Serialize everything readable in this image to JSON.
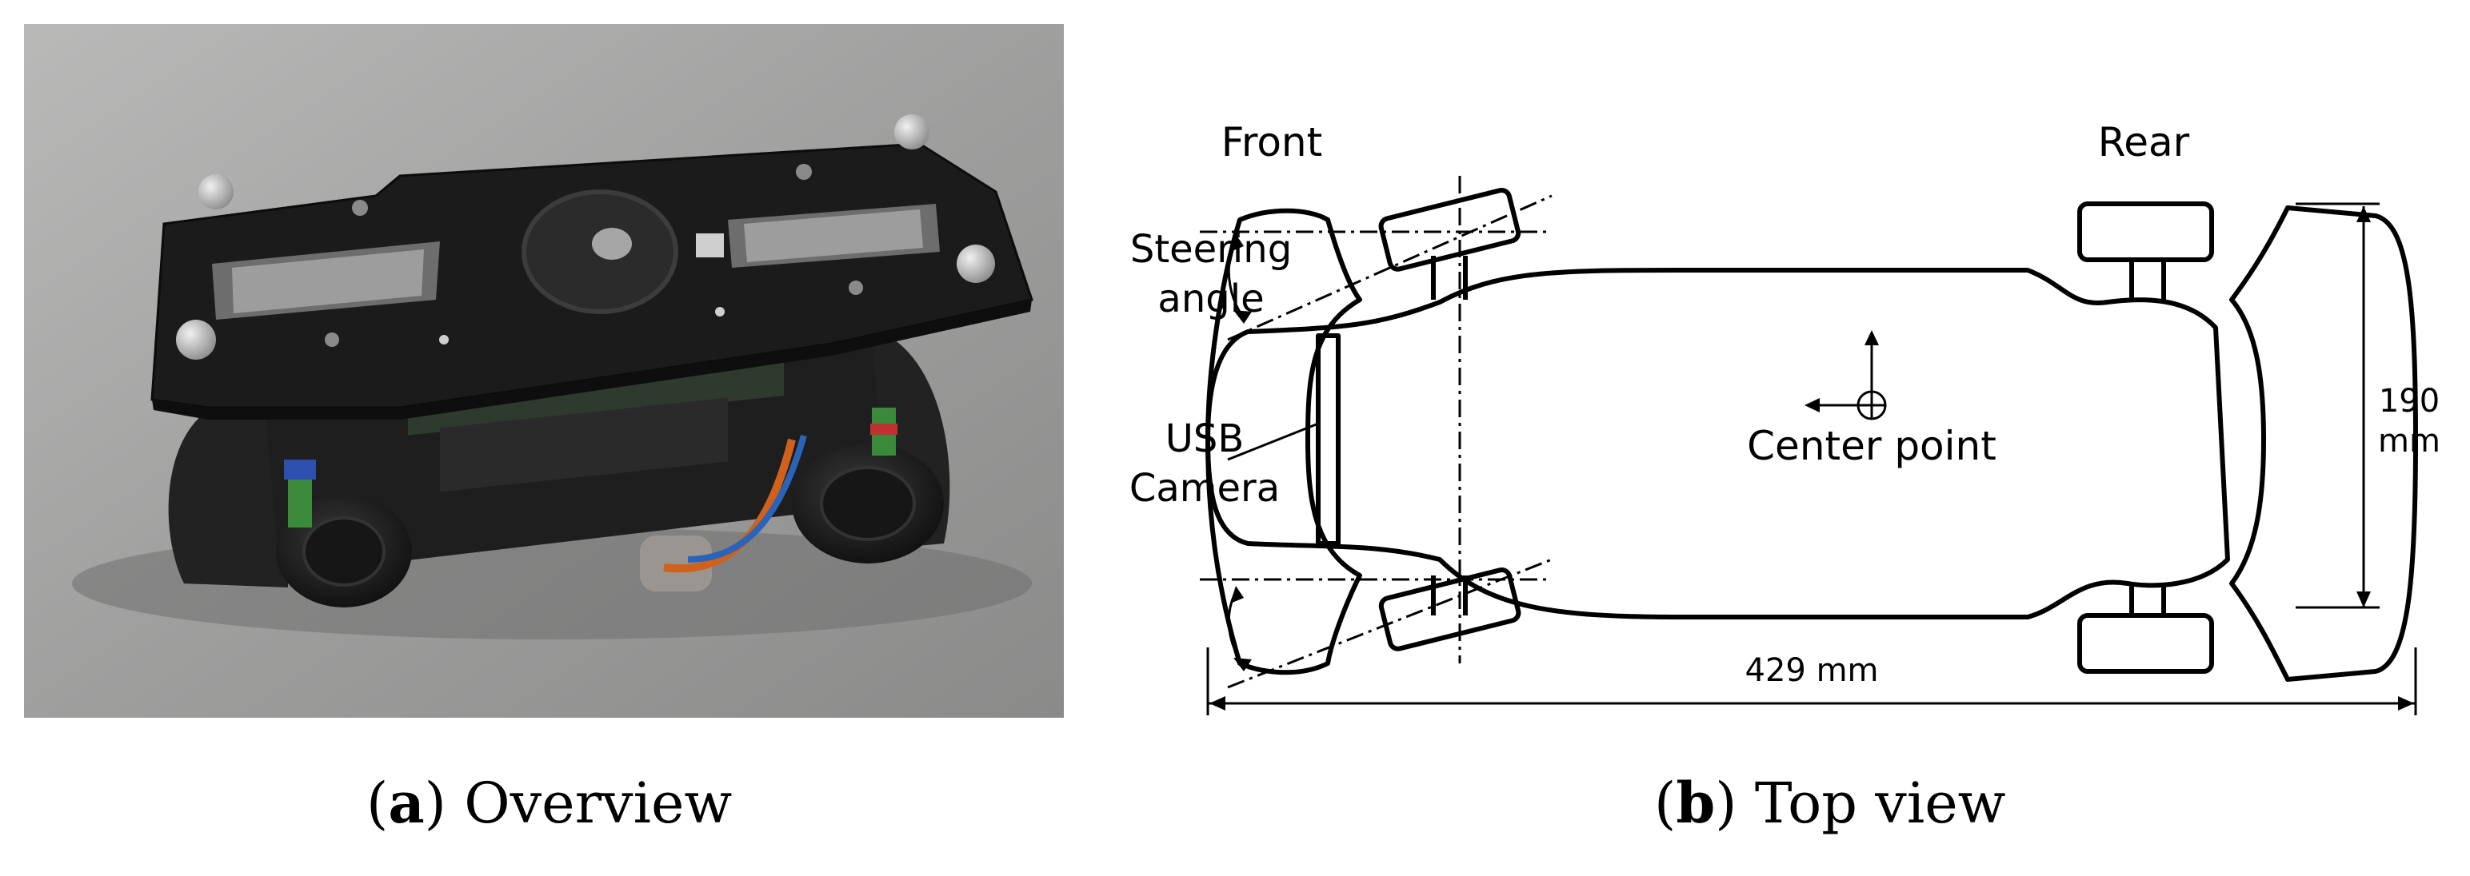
{
  "panel_a": {
    "caption_letter": "a",
    "caption_text": "Overview"
  },
  "panel_b": {
    "caption_letter": "b",
    "caption_text": "Top view",
    "labels": {
      "front": "Front",
      "rear": "Rear",
      "steering_line1": "Steering",
      "steering_line2": "angle",
      "usb_line1": "USB",
      "usb_line2": "Camera",
      "center_point": "Center point",
      "width_value": "190",
      "width_unit": "mm",
      "length": "429 mm"
    }
  },
  "colors": {
    "floor": "#9c9c9b",
    "chassis": "#1b1b1c",
    "line": "#000000"
  }
}
